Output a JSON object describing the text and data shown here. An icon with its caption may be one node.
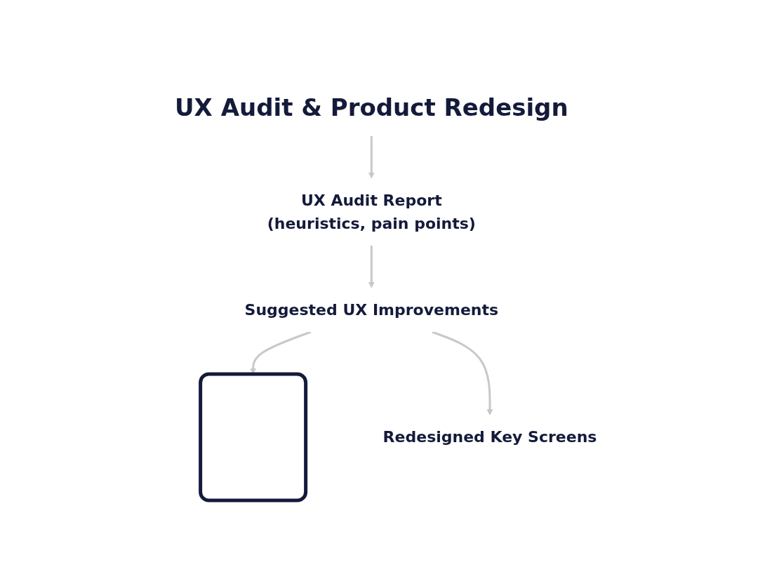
{
  "diagram": {
    "nodes": [
      {
        "text": [
          "UX Audit & Product Redesign"
        ]
      },
      {
        "text": [
          "UX Audit Report",
          "(heuristics, pain points)"
        ]
      },
      {
        "text": [
          "Suggested UX Improvements"
        ]
      },
      {
        "text": [],
        "shape": "box"
      },
      {
        "text": [
          "Redesigned Key Screens"
        ]
      }
    ],
    "edges": [
      {
        "from": 0,
        "to": 1,
        "arrow": "to"
      },
      {
        "from": 1,
        "to": 2,
        "arrow": "to"
      },
      {
        "from": 2,
        "to": 3,
        "arrow": "to"
      },
      {
        "from": 2,
        "to": 4,
        "arrow": "to"
      }
    ]
  }
}
